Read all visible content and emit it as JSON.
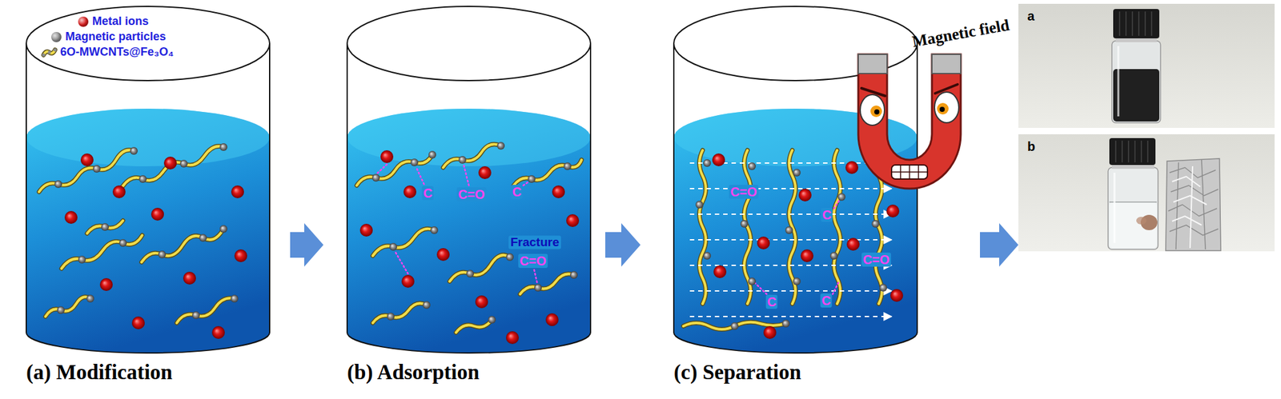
{
  "diagram": {
    "nodes": [
      {
        "text": [
          "(a) Modification"
        ]
      },
      {
        "text": [
          "(b) Adsorption"
        ]
      },
      {
        "text": [
          "(c) Separation"
        ]
      },
      {
        "text": [
          "a"
        ]
      },
      {
        "text": [
          "b"
        ]
      }
    ],
    "edges": [
      {
        "from": 0,
        "to": 1,
        "arrow": "to"
      },
      {
        "from": 1,
        "to": 2,
        "arrow": "to"
      },
      {
        "from": 2,
        "to": 4,
        "arrow": "to"
      }
    ],
    "labels": [
      "C",
      "C=O",
      "C",
      "Fracture",
      "C=O",
      "C=O",
      "C",
      "C=O",
      "C",
      "C",
      "Magnetic field"
    ],
    "legend": [
      {
        "text": "Metal ions",
        "color": "#d81e1e"
      },
      {
        "text": "Magnetic particles",
        "color": "#8c8c8c"
      },
      {
        "text": "6O-MWCNTs@Fe₃O₄"
      }
    ]
  }
}
